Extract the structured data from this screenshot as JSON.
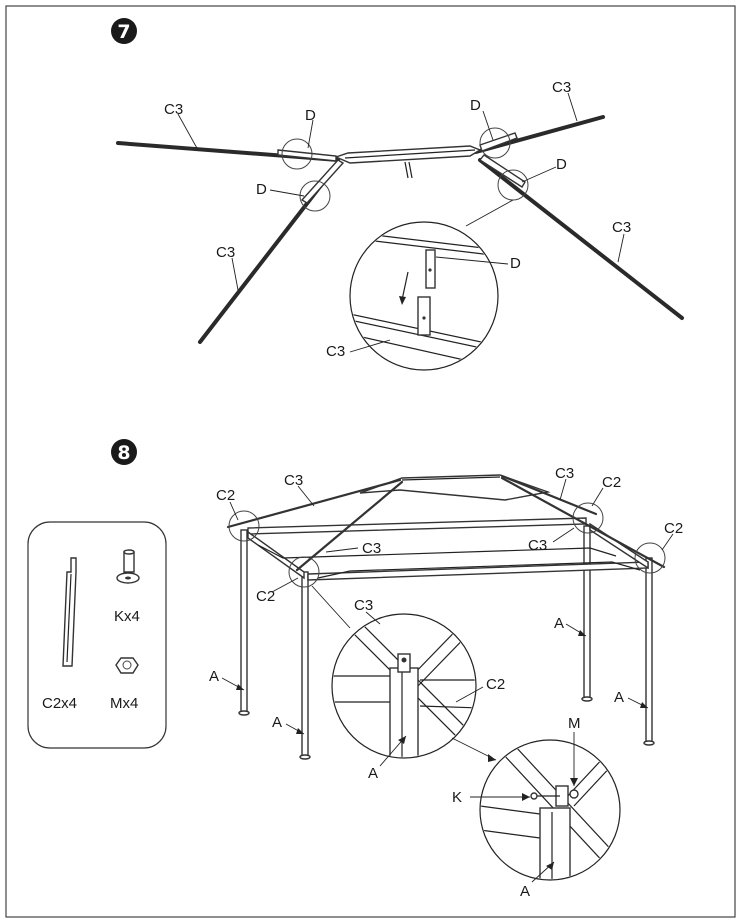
{
  "steps": {
    "step7": {
      "number": "7"
    },
    "step8": {
      "number": "8"
    }
  },
  "step7_labels": {
    "c3_top_left": "C3",
    "c3_top_right": "C3",
    "c3_lower_left": "C3",
    "c3_lower_right": "C3",
    "c3_detail": "C3",
    "d_top_left": "D",
    "d_top_right": "D",
    "d_left": "D",
    "d_right": "D",
    "d_detail": "D"
  },
  "step8_labels": {
    "c2_top_left": "C2",
    "c2_left": "C2",
    "c2_top_right": "C2",
    "c2_far_right": "C2",
    "c3_top_left": "C3",
    "c3_top_right": "C3",
    "c3_middle": "C3",
    "c3_right": "C3",
    "c3_detail": "C3",
    "c2_detail": "C2",
    "a_left_front": "A",
    "a_left_back": "A",
    "a_right_back": "A",
    "a_right_front": "A",
    "a_detail1": "A",
    "a_detail2": "A",
    "k_detail": "K",
    "m_detail": "M"
  },
  "parts_box": {
    "c2": "C2x4",
    "k": "Kx4",
    "m": "Mx4"
  },
  "colors": {
    "line": "#2a2a2a",
    "step_badge": "#1a1a1a",
    "frame": "#444444"
  }
}
